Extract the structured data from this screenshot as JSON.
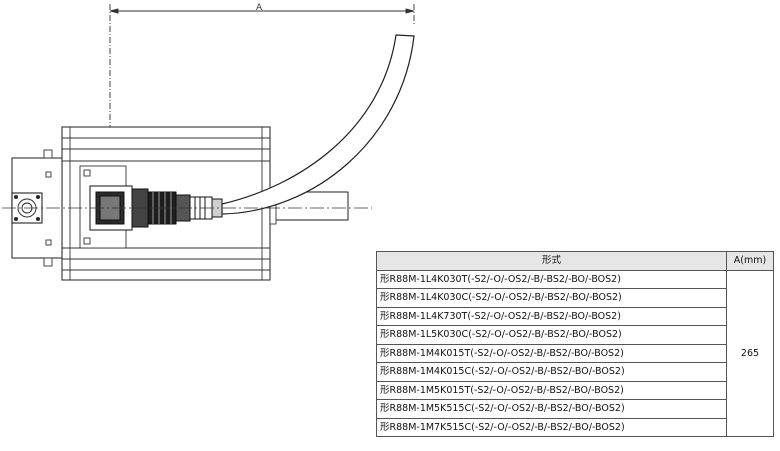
{
  "dimension_label": "A",
  "table": {
    "headers": [
      "形式",
      "A(mm)"
    ],
    "models": [
      "形R88M-1L4K030T(-S2/-O/-OS2/-B/-BS2/-BO/-BOS2)",
      "形R88M-1L4K030C(-S2/-O/-OS2/-B/-BS2/-BO/-BOS2)",
      "形R88M-1L4K730T(-S2/-O/-OS2/-B/-BS2/-BO/-BOS2)",
      "形R88M-1L5K030C(-S2/-O/-OS2/-B/-BS2/-BO/-BOS2)",
      "形R88M-1M4K015T(-S2/-O/-OS2/-B/-BS2/-BO/-BOS2)",
      "形R88M-1M4K015C(-S2/-O/-OS2/-B/-BS2/-BO/-BOS2)",
      "形R88M-1M5K015T(-S2/-O/-OS2/-B/-BS2/-BO/-BOS2)",
      "形R88M-1M5K515C(-S2/-O/-OS2/-B/-BS2/-BO/-BOS2)",
      "形R88M-1M7K515C(-S2/-O/-OS2/-B/-BS2/-BO/-BOS2)"
    ],
    "dimension_value": "265"
  }
}
